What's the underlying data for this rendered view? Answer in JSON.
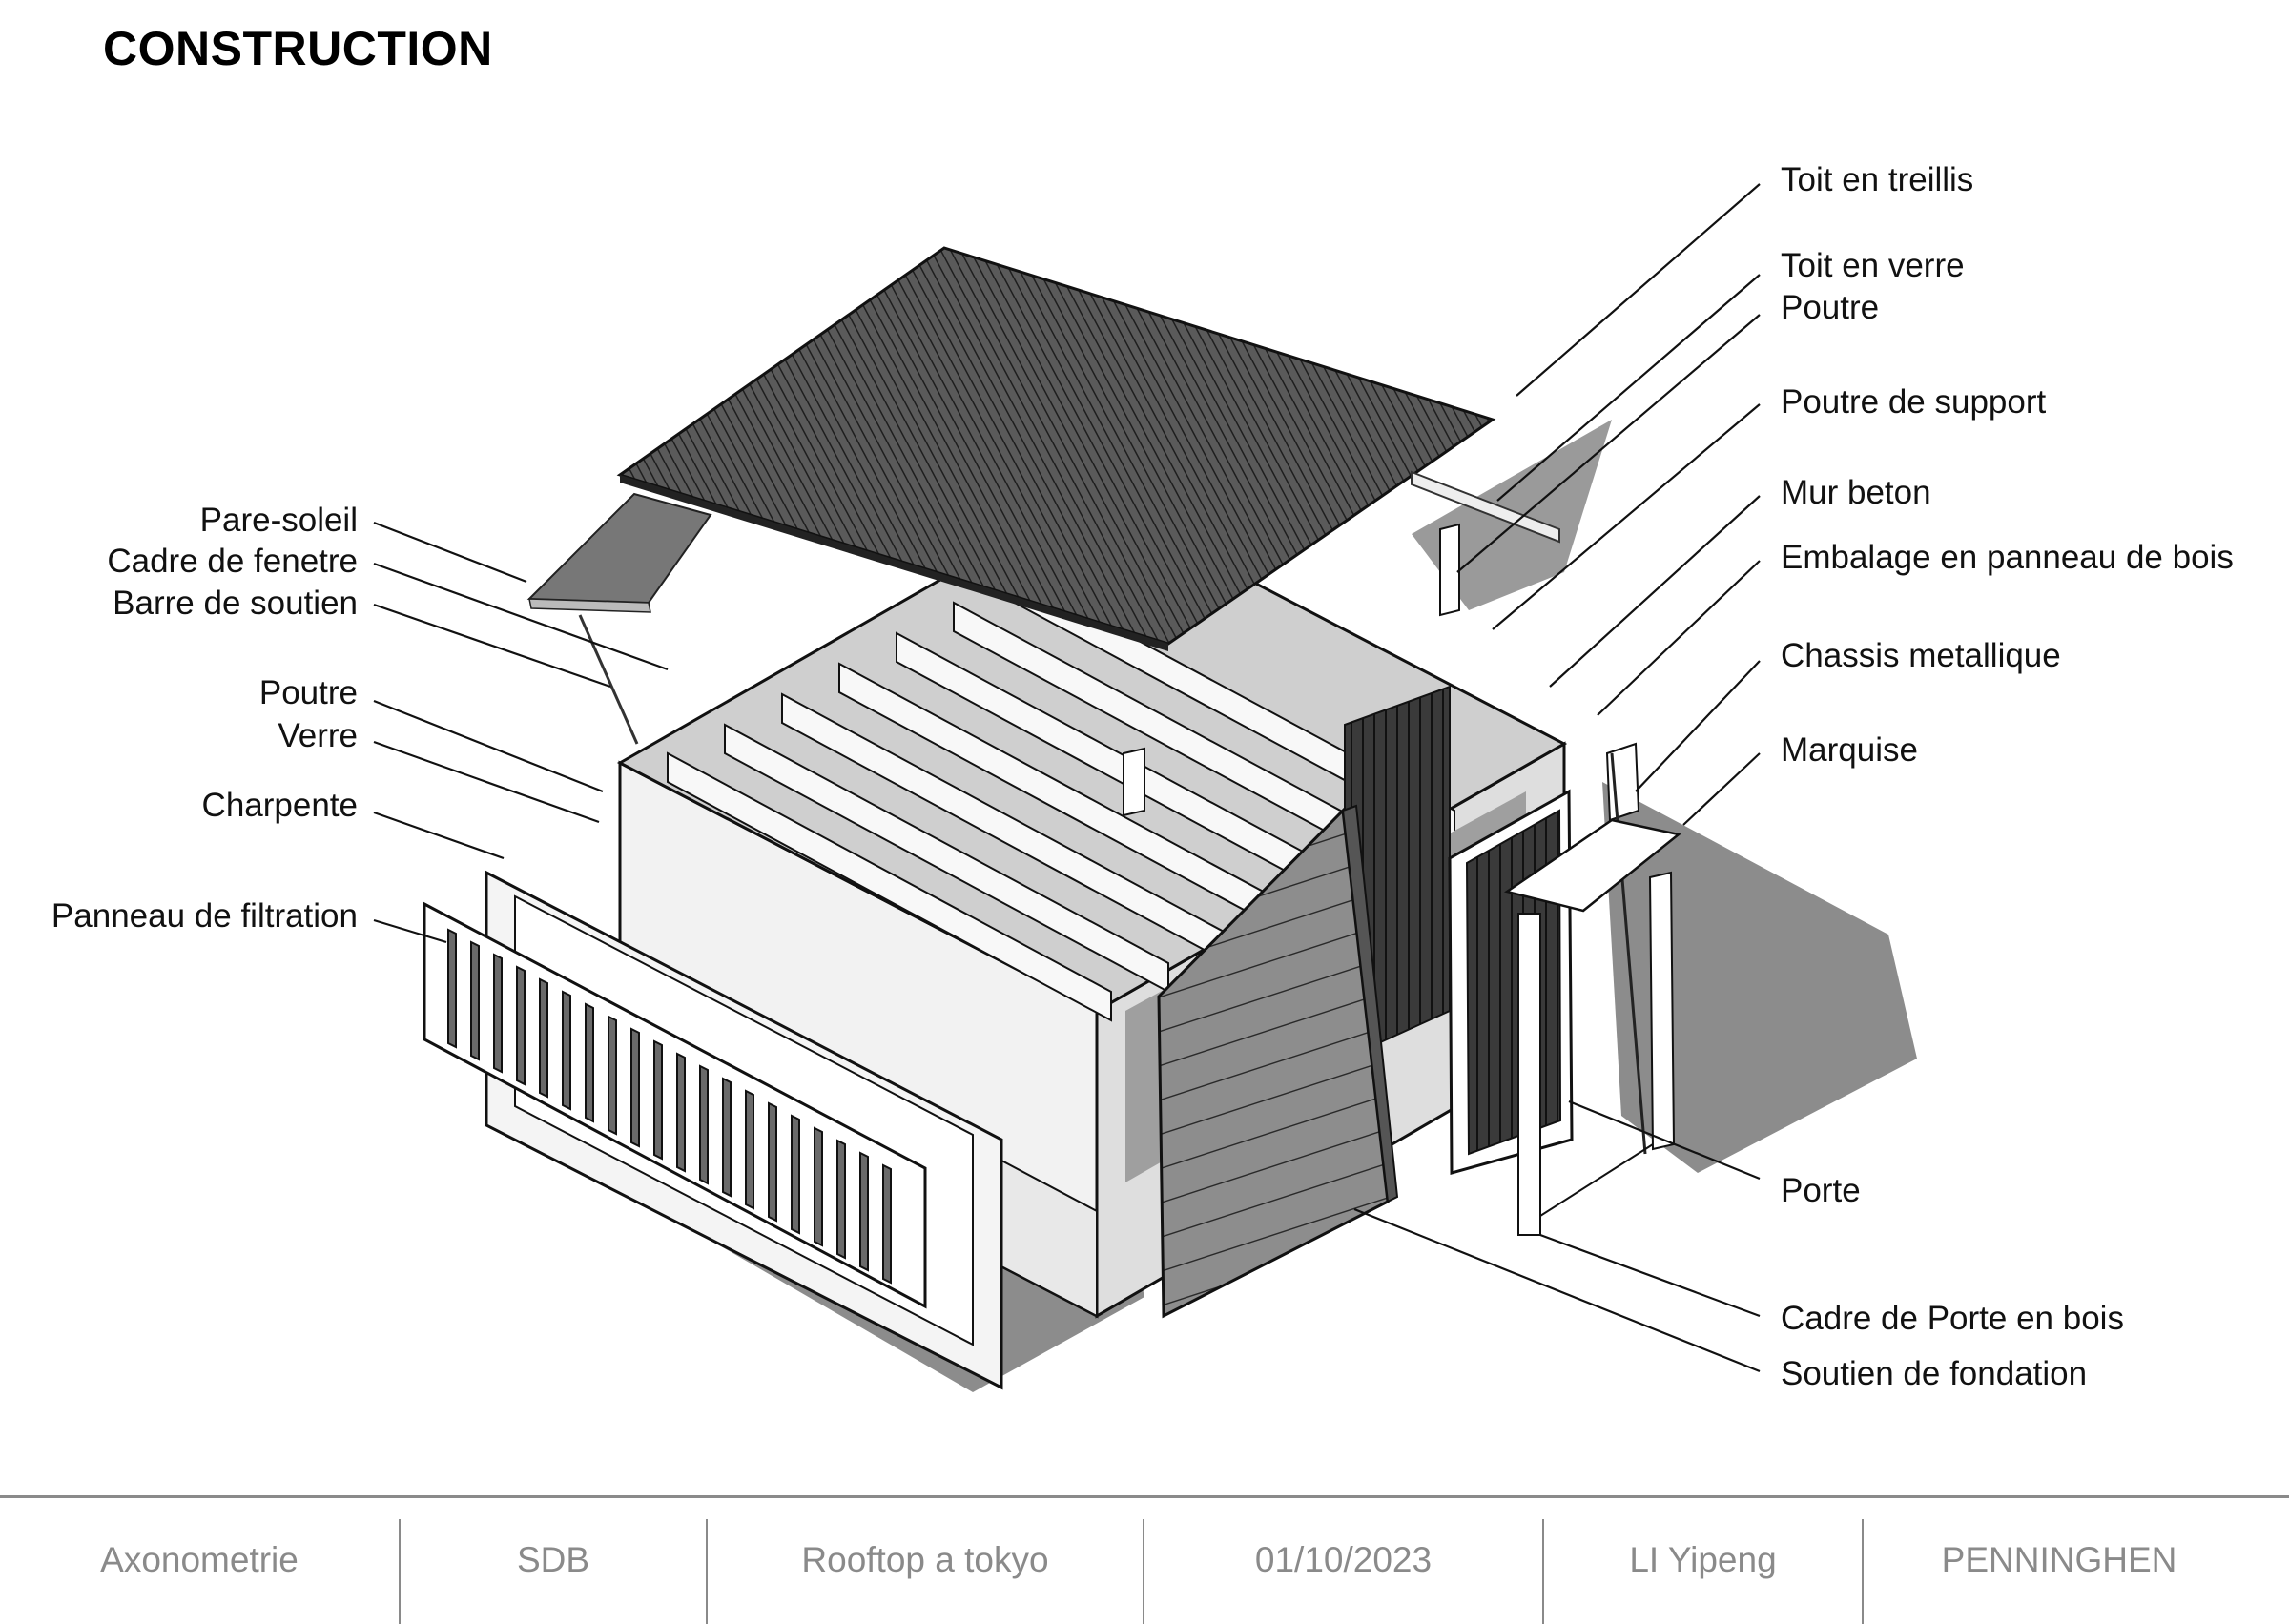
{
  "title": "CONSTRUCTION",
  "labels_left": [
    "Pare-soleil",
    "Cadre de fenetre",
    "Barre de soutien",
    "Poutre",
    "Verre",
    "Charpente",
    "Panneau de filtration"
  ],
  "labels_right": [
    "Toit en treillis",
    "Toit en verre",
    "Poutre",
    "Poutre de support",
    "Mur beton",
    "Embalage en panneau de bois",
    "Chassis metallique",
    "Marquise",
    "Porte",
    "Cadre de Porte en bois",
    "Soutien de fondation"
  ],
  "footer": [
    "Axonometrie",
    "SDB",
    "Rooftop a tokyo",
    "01/10/2023",
    "LI Yipeng",
    "PENNINGHEN"
  ]
}
